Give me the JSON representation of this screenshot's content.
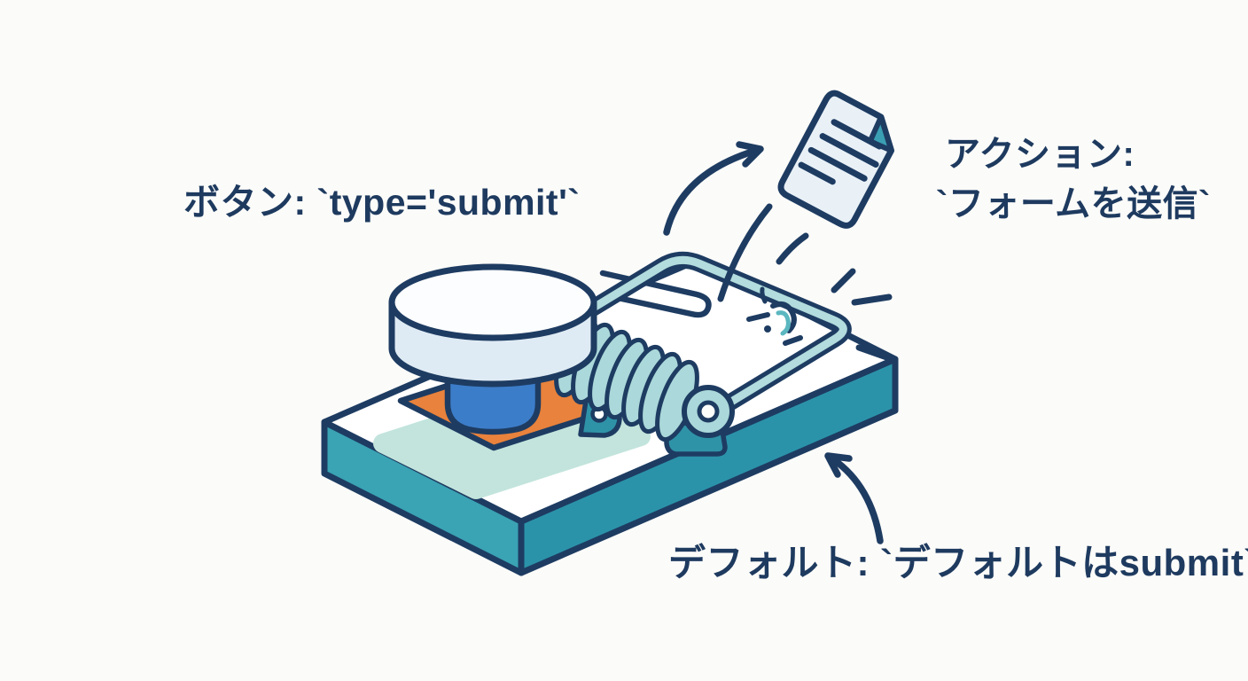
{
  "labels": {
    "button_type": "ボタン: `type='submit'`",
    "action_line1": "アクション:",
    "action_line2": "`フォームを送信`",
    "default_behavior": "デフォルト: `デフォルトはsubmit`"
  },
  "illustration": {
    "subject": "mousetrap drawn as a form submit button",
    "parts": [
      "trap-base-board",
      "orange-pad",
      "blue-post",
      "round-button-cap",
      "spring-coil",
      "hammer-wire-frame",
      "latch-hook",
      "flying-document",
      "arrow-up-to-document",
      "arrow-to-trap-base",
      "motion-lines"
    ],
    "colors": {
      "outline_navy": "#1e3c62",
      "text_navy": "#1e3a5f",
      "base_teal_left": "#3aa3b4",
      "base_teal_right": "#2b93a9",
      "pad_orange": "#e8823c",
      "post_blue": "#3c7dc9",
      "cap_side": "#dfebf4",
      "cap_top": "#fcfdfe",
      "wire_teal": "#b2dcdd",
      "spring_teal": "#abd8da",
      "bracket_teal": "#2f93a8",
      "shadow_mint": "#c2e4dc",
      "paper_fill": "#e9f1f7",
      "fold_teal": "#3b9fb3",
      "background": "#fbfbf9"
    }
  }
}
